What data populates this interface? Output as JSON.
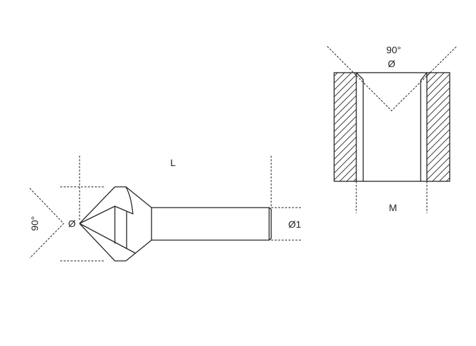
{
  "drill": {
    "angle_label": "90°",
    "diameter_label": "Ø",
    "length_label": "L",
    "shank_diameter_label": "Ø1"
  },
  "hole": {
    "angle_label": "90°",
    "diameter_label": "Ø",
    "thread_label": "M"
  },
  "colors": {
    "line": "#222222",
    "background": "#ffffff"
  }
}
